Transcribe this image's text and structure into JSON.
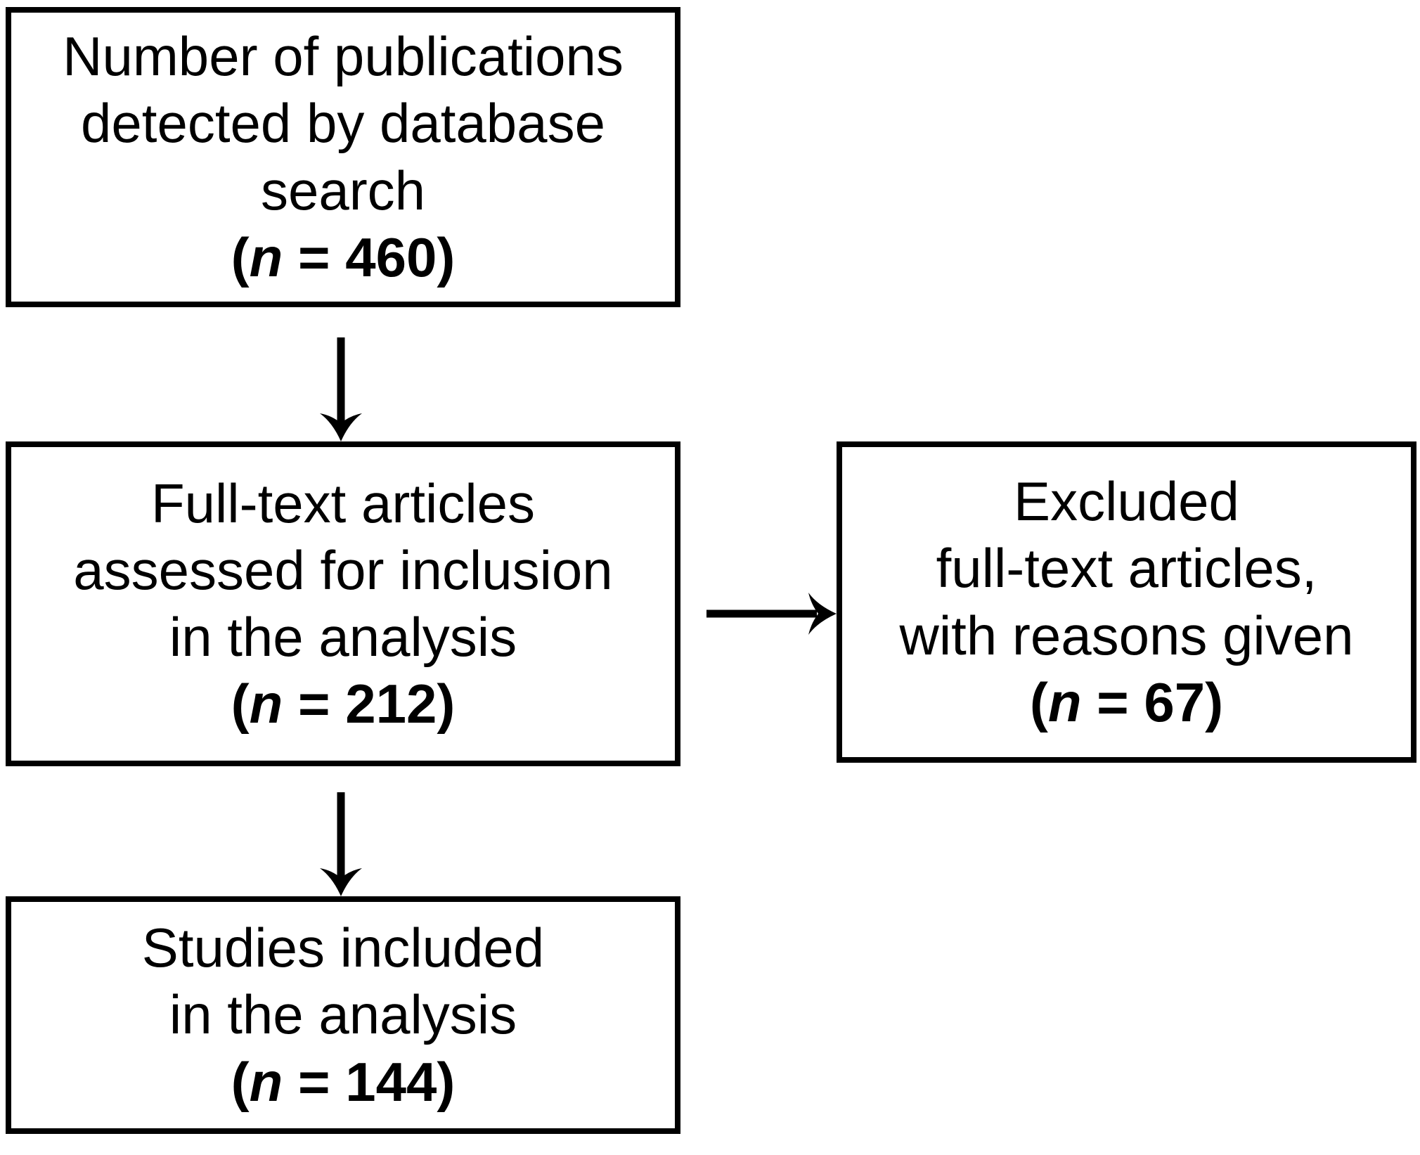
{
  "figure": {
    "type": "flow-diagram",
    "background_color": "#ffffff",
    "line_color": "#000000"
  },
  "nodes": [
    {
      "id": "publications-detected",
      "lines": [
        "Number of publications",
        "detected by database",
        "search"
      ],
      "count": {
        "open": "(",
        "var": "n",
        "rest": " = 460)"
      }
    },
    {
      "id": "fulltext-assessed",
      "lines": [
        "Full-text articles",
        "assessed for inclusion",
        "in the analysis"
      ],
      "count": {
        "open": "(",
        "var": "n",
        "rest": " = 212)"
      }
    },
    {
      "id": "excluded",
      "lines": [
        "Excluded",
        "full-text articles,",
        "with reasons given"
      ],
      "count": {
        "open": "(",
        "var": "n",
        "rest": " = 67)"
      }
    },
    {
      "id": "studies-included",
      "lines": [
        "Studies included",
        "in the analysis"
      ],
      "count": {
        "open": "(",
        "var": "n",
        "rest": " = 144)"
      }
    }
  ],
  "edges": [
    {
      "from": "publications-detected",
      "to": "fulltext-assessed",
      "direction": "down"
    },
    {
      "from": "fulltext-assessed",
      "to": "excluded",
      "direction": "right"
    },
    {
      "from": "fulltext-assessed",
      "to": "studies-included",
      "direction": "down"
    }
  ]
}
